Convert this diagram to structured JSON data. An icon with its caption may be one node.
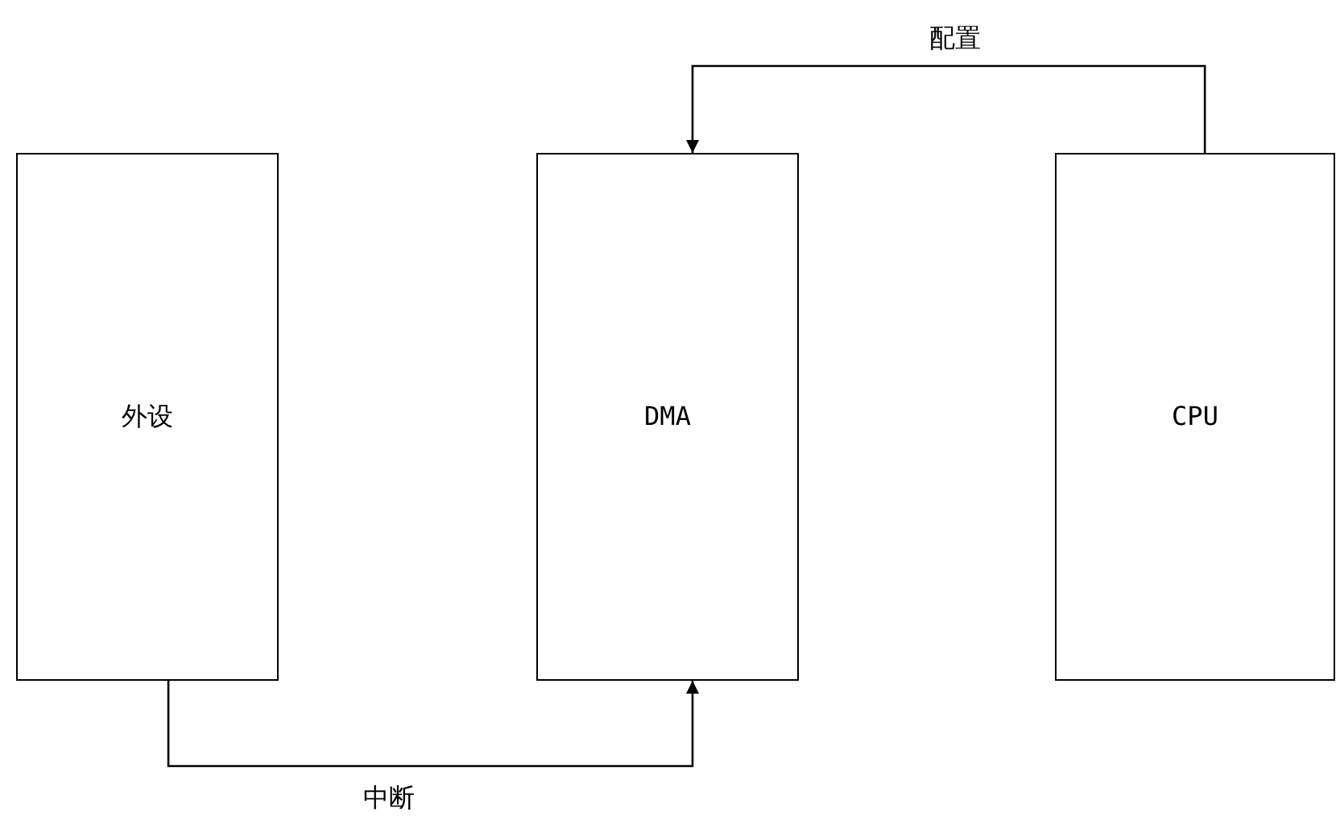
{
  "diagram": {
    "nodes": [
      {
        "text": [
          "外设"
        ]
      },
      {
        "text": [
          "DMA"
        ]
      },
      {
        "text": [
          "CPU"
        ]
      }
    ],
    "edges": [
      {
        "from": 0,
        "to": 1,
        "arrow": "to",
        "label": "中断"
      },
      {
        "from": 2,
        "to": 1,
        "arrow": "to",
        "label": "配置"
      }
    ]
  }
}
